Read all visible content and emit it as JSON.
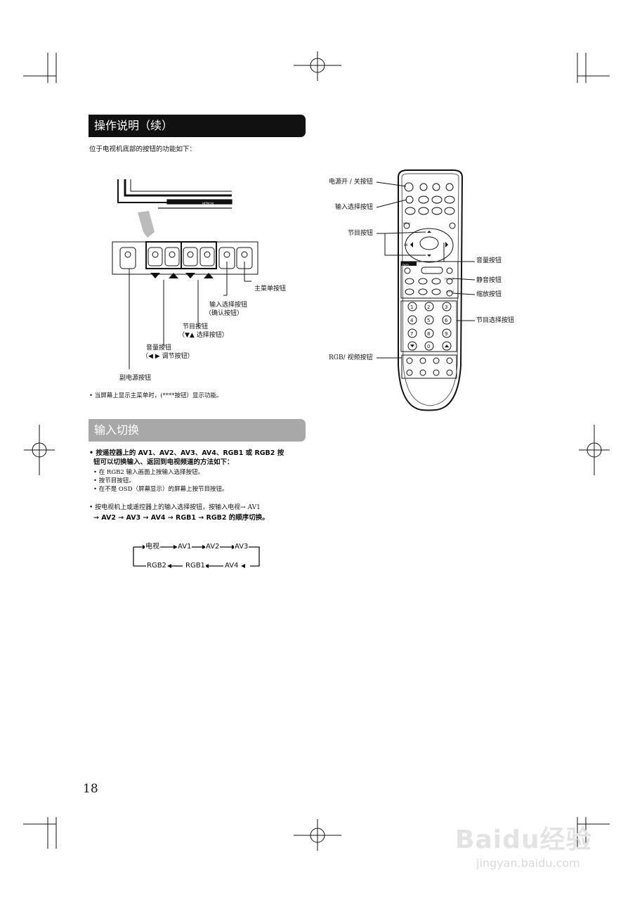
{
  "section1": {
    "title": "操作说明（续）",
    "intro": "位于电视机底部的按钮的功能如下：",
    "tv_labels": {
      "main_menu": "主菜单按钮",
      "input_select": "输入选择按钮",
      "input_select_sub": "（确认按钮）",
      "program": "节目按钮",
      "program_sub": "（▼▲ 选择按钮）",
      "volume": "音量按钮",
      "volume_sub": "（◀ ▶ 调节按钮）",
      "sub_power": "副电源按钮"
    },
    "brand": "HITACHI",
    "note": "•  当屏幕上显示主菜单时，(****按钮）显示功能。"
  },
  "remote_labels": {
    "power": "电源开 / 关按钮",
    "input_select": "输入选择按钮",
    "program": "节目按钮",
    "volume": "音量按钮",
    "mute": "静音按钮",
    "zoom": "缩放按钮",
    "program_select": "节目选择按钮",
    "rgb_video": "RGB/ 视频按钮"
  },
  "remote_keys": [
    "1",
    "2",
    "3",
    "4",
    "5",
    "6",
    "7",
    "8",
    "9",
    "0"
  ],
  "remote_small": {
    "dvd": "DVD",
    "ok": "OK",
    "freeze": "FREEZE",
    "zoom": "ZOOM",
    "menu": "MENU"
  },
  "section2": {
    "title": "输入切换",
    "bullet1_line1": "• 按遥控器上的 AV1、AV2、AV3、AV4、RGB1 或 RGB2 按",
    "bullet1_line2": "钮可以切换输入、返回到电视频道的方法如下：",
    "sub1": "• 在 RGB2 输入画面上按输入选择按钮。",
    "sub2": "• 按节目按钮。",
    "sub3": "• 在不是 OSD（屏幕显示）的屏幕上按节目按钮。",
    "bullet2_line1": "• 按电视机上或遥控器上的输入选择按钮，按输入电视→ AV1",
    "bullet2_line2": "→ AV2 → AV3 → AV4 → RGB1 → RGB2 的顺序切换。"
  },
  "flow": {
    "top": [
      "电视",
      "AV1",
      "AV2",
      "AV3"
    ],
    "bottom": [
      "RGB2",
      "RGB1",
      "AV4"
    ]
  },
  "page_number": "18",
  "watermark": {
    "logo": "Baidu经验",
    "url": "jingyan.baidu.com"
  }
}
